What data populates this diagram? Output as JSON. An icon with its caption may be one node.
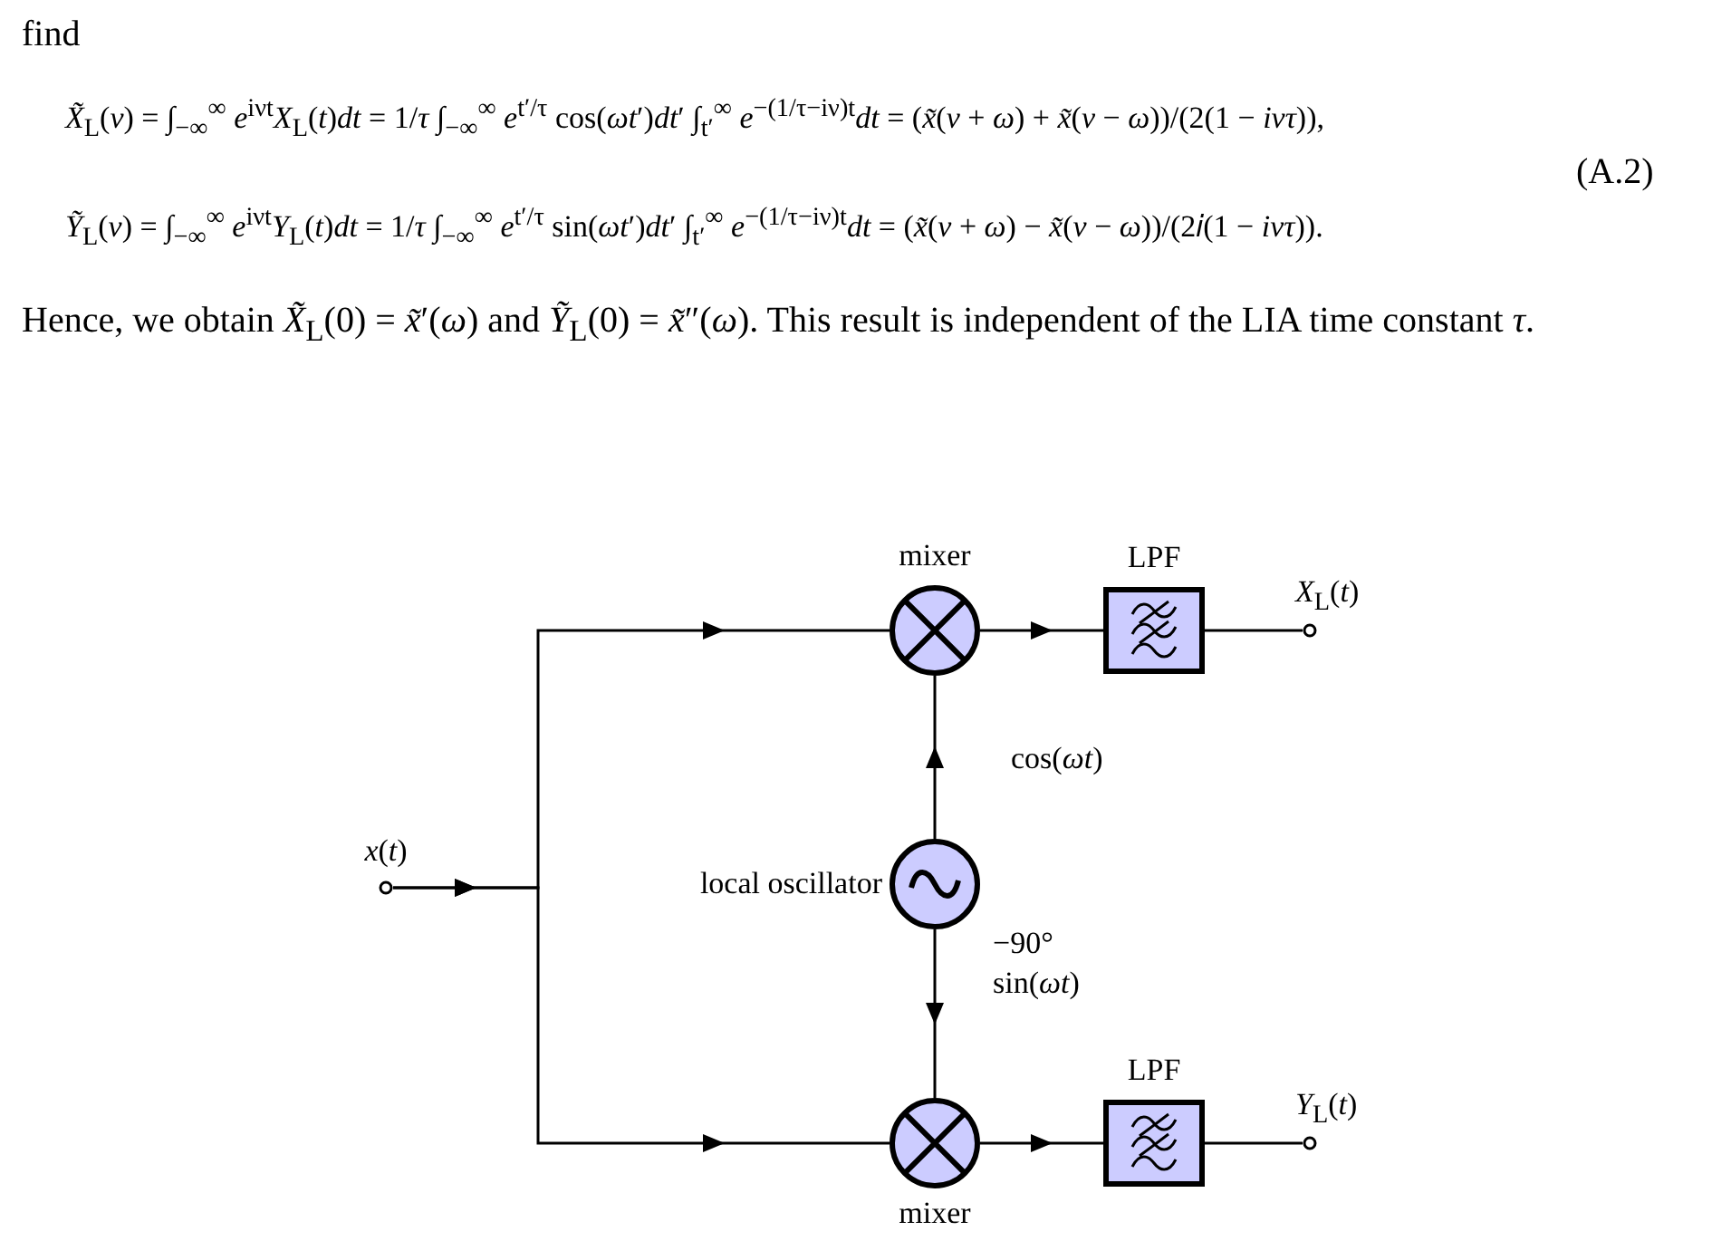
{
  "diagram": {
    "nodes": [
      {
        "text": [
          "mixer"
        ]
      },
      {
        "text": [
          "LPF"
        ]
      },
      {
        "text": [
          "*X*$_{L}$(*t*)"
        ]
      },
      {
        "text": [
          "*x*(*t*)"
        ]
      },
      {
        "text": [
          "local oscillator"
        ]
      },
      {
        "text": [
          "mixer"
        ]
      },
      {
        "text": [
          "LPF"
        ]
      },
      {
        "text": [
          "*Y*$_{L}$(*t*)"
        ]
      }
    ],
    "edges": [
      {
        "from": 3,
        "to": 0,
        "arrow": "to"
      },
      {
        "from": 3,
        "to": 5,
        "arrow": "to"
      },
      {
        "from": 0,
        "to": 1,
        "arrow": "to"
      },
      {
        "from": 1,
        "to": 2,
        "arrow": "none"
      },
      {
        "from": 4,
        "to": 0,
        "arrow": "to",
        "label": "cos(*ωt*)"
      },
      {
        "from": 4,
        "to": 5,
        "arrow": "to",
        "label": "−90° sin(*ωt*)"
      },
      {
        "from": 5,
        "to": 6,
        "arrow": "to"
      },
      {
        "from": 6,
        "to": 7,
        "arrow": "none"
      }
    ],
    "labels": [
      "find",
      "*X̃*$_{L}$(*ν*) = ∫$_{−∞}$$^{∞}$ *e*$^{iνt}$*X*$_{L}$(*t*)*dt* = 1/*τ* ∫$_{−∞}$$^{∞}$ *e*$^{t′/τ}$ cos(*ωt*′)*dt*′ ∫$_{t′}$$^{∞}$ *e*$^{−(1/τ−iν)t}$*dt* = (*x̃*(*ν* + *ω*) + *x̃*(*ν* − *ω*))/(2(1 − *iντ*)),",
      "*Ỹ*$_{L}$(*ν*) = ∫$_{−∞}$$^{∞}$ *e*$^{iνt}$*Y*$_{L}$(*t*)*dt* = 1/*τ* ∫$_{−∞}$$^{∞}$ *e*$^{t′/τ}$ sin(*ωt*′)*dt*′ ∫$_{t′}$$^{∞}$ *e*$^{−(1/τ−iν)t}$*dt* = (*x̃*(*ν* + *ω*) − *x̃*(*ν* − *ω*))/(2𝑖(1 − *iντ*)).",
      "(A.2)",
      "Hence, we obtain *X̃*$_{L}$(0) = *x̃*′(*ω*) and *Ỹ*$_{L}$(0) = *x̃*″(*ω*). This result is independent of the LIA time constant *τ*."
    ]
  }
}
